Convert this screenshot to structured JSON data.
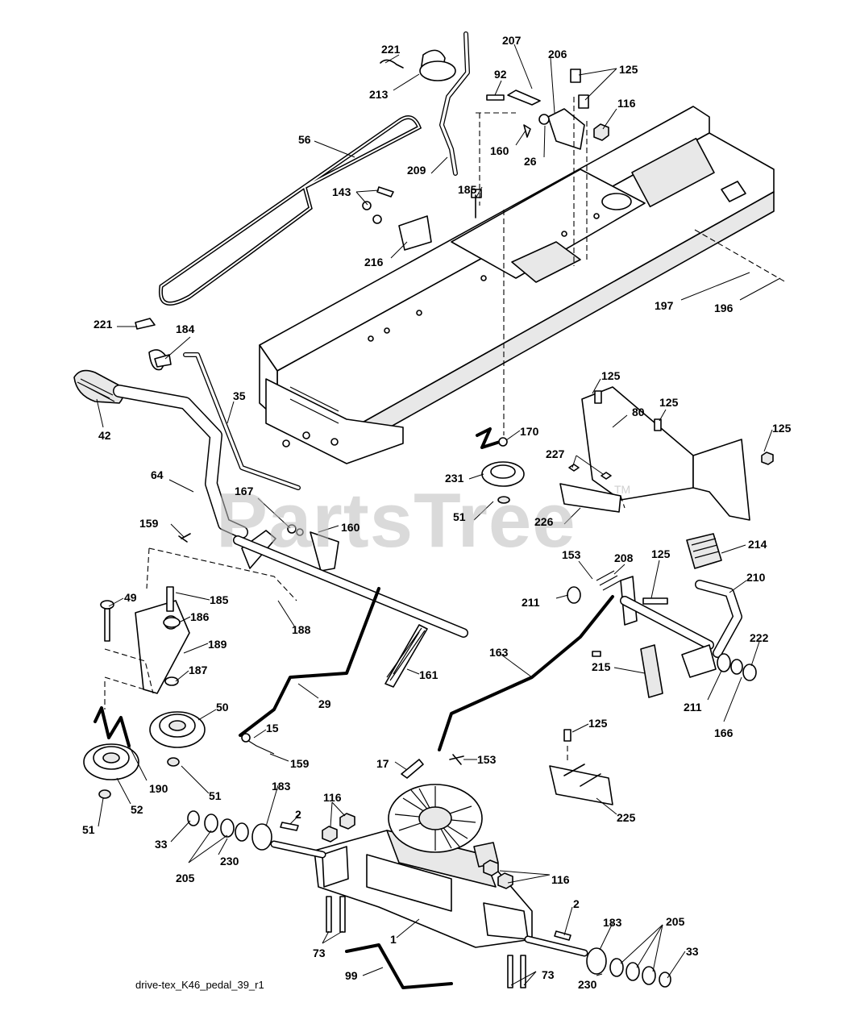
{
  "drawing_id": "drive-tex_K46_pedal_39_r1",
  "watermark": "PartsTree",
  "watermark_mark": "TM",
  "callouts": [
    {
      "id": "221a",
      "label": "221"
    },
    {
      "id": "213",
      "label": "213"
    },
    {
      "id": "207",
      "label": "207"
    },
    {
      "id": "206",
      "label": "206"
    },
    {
      "id": "125a",
      "label": "125"
    },
    {
      "id": "92",
      "label": "92"
    },
    {
      "id": "116a",
      "label": "116"
    },
    {
      "id": "56",
      "label": "56"
    },
    {
      "id": "160a",
      "label": "160"
    },
    {
      "id": "26",
      "label": "26"
    },
    {
      "id": "209",
      "label": "209"
    },
    {
      "id": "185a",
      "label": "185"
    },
    {
      "id": "143",
      "label": "143"
    },
    {
      "id": "216",
      "label": "216"
    },
    {
      "id": "197",
      "label": "197"
    },
    {
      "id": "196",
      "label": "196"
    },
    {
      "id": "221b",
      "label": "221"
    },
    {
      "id": "184",
      "label": "184"
    },
    {
      "id": "35",
      "label": "35"
    },
    {
      "id": "42",
      "label": "42"
    },
    {
      "id": "125b",
      "label": "125"
    },
    {
      "id": "80",
      "label": "80"
    },
    {
      "id": "125c",
      "label": "125"
    },
    {
      "id": "125d",
      "label": "125"
    },
    {
      "id": "170",
      "label": "170"
    },
    {
      "id": "227",
      "label": "227"
    },
    {
      "id": "231",
      "label": "231"
    },
    {
      "id": "64",
      "label": "64"
    },
    {
      "id": "167",
      "label": "167"
    },
    {
      "id": "160b",
      "label": "160"
    },
    {
      "id": "51a",
      "label": "51"
    },
    {
      "id": "226",
      "label": "226"
    },
    {
      "id": "159a",
      "label": "159"
    },
    {
      "id": "214",
      "label": "214"
    },
    {
      "id": "153a",
      "label": "153"
    },
    {
      "id": "208",
      "label": "208"
    },
    {
      "id": "125e",
      "label": "125"
    },
    {
      "id": "210",
      "label": "210"
    },
    {
      "id": "49",
      "label": "49"
    },
    {
      "id": "185b",
      "label": "185"
    },
    {
      "id": "188",
      "label": "188"
    },
    {
      "id": "211a",
      "label": "211"
    },
    {
      "id": "186",
      "label": "186"
    },
    {
      "id": "189",
      "label": "189"
    },
    {
      "id": "222",
      "label": "222"
    },
    {
      "id": "163",
      "label": "163"
    },
    {
      "id": "187",
      "label": "187"
    },
    {
      "id": "161",
      "label": "161"
    },
    {
      "id": "215",
      "label": "215"
    },
    {
      "id": "211b",
      "label": "211"
    },
    {
      "id": "50",
      "label": "50"
    },
    {
      "id": "29",
      "label": "29"
    },
    {
      "id": "166",
      "label": "166"
    },
    {
      "id": "15",
      "label": "15"
    },
    {
      "id": "125f",
      "label": "125"
    },
    {
      "id": "159b",
      "label": "159"
    },
    {
      "id": "17",
      "label": "17"
    },
    {
      "id": "153b",
      "label": "153"
    },
    {
      "id": "190",
      "label": "190"
    },
    {
      "id": "51b",
      "label": "51"
    },
    {
      "id": "183a",
      "label": "183"
    },
    {
      "id": "116b",
      "label": "116"
    },
    {
      "id": "52",
      "label": "52"
    },
    {
      "id": "225",
      "label": "225"
    },
    {
      "id": "2a",
      "label": "2"
    },
    {
      "id": "51c",
      "label": "51"
    },
    {
      "id": "33a",
      "label": "33"
    },
    {
      "id": "205a",
      "label": "205"
    },
    {
      "id": "230a",
      "label": "230"
    },
    {
      "id": "116c",
      "label": "116"
    },
    {
      "id": "2b",
      "label": "2"
    },
    {
      "id": "183b",
      "label": "183"
    },
    {
      "id": "205b",
      "label": "205"
    },
    {
      "id": "1",
      "label": "1"
    },
    {
      "id": "73a",
      "label": "73"
    },
    {
      "id": "33b",
      "label": "33"
    },
    {
      "id": "99",
      "label": "99"
    },
    {
      "id": "73b",
      "label": "73"
    },
    {
      "id": "230b",
      "label": "230"
    }
  ]
}
